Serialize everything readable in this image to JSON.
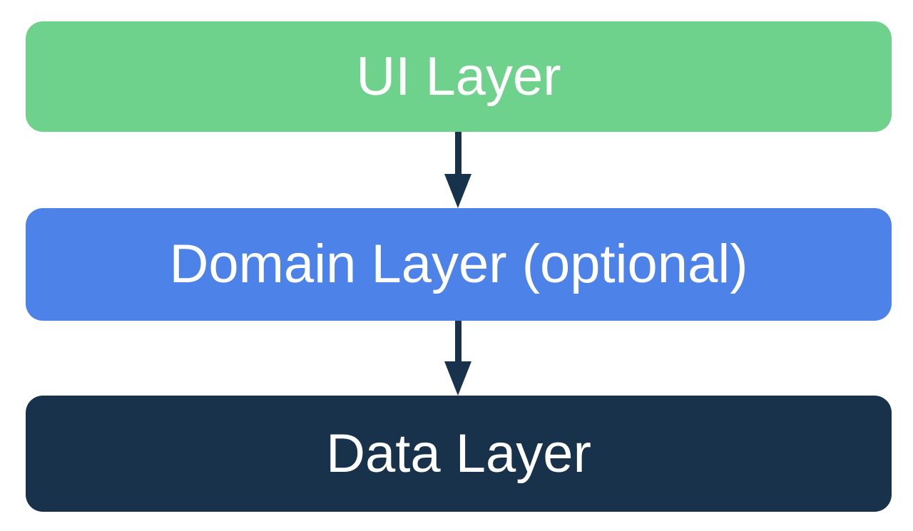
{
  "diagram": {
    "type": "flowchart",
    "description": "App architecture layers diagram with three stacked rounded boxes connected by downward arrows",
    "background": "#ffffff",
    "colors": {
      "background": "#ffffff",
      "ui-green": "#6ed28c",
      "domain-blue": "#4d82e9",
      "data-navy": "#17324a",
      "arrow": "#17324a",
      "label": "#ffffff"
    },
    "layers": [
      {
        "label": "UI Layer"
      },
      {
        "label": "Domain Layer (optional)"
      },
      {
        "label": "Data Layer"
      }
    ],
    "arrows": [
      {
        "from": "UI Layer",
        "to": "Domain Layer (optional)",
        "direction": "down"
      },
      {
        "from": "Domain Layer (optional)",
        "to": "Data Layer",
        "direction": "down"
      }
    ]
  }
}
